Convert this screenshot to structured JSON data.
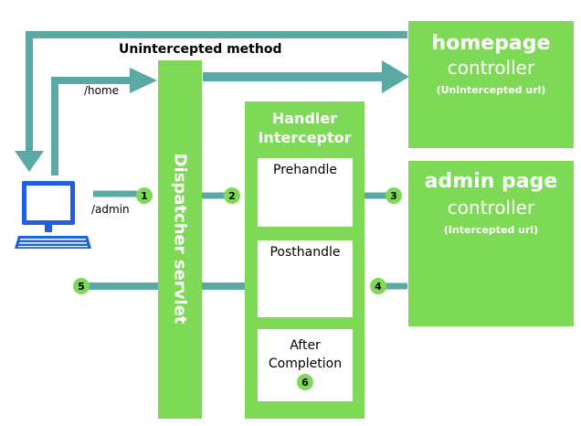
{
  "labels": {
    "unintercepted_method": "Unintercepted method",
    "home_path": "/home",
    "admin_path": "/admin",
    "dispatcher": "Dispatcher servlet",
    "handler_title_1": "Handler",
    "handler_title_2": "Interceptor",
    "prehandle": "Prehandle",
    "posthandle": "Posthandle",
    "after_1": "After",
    "after_2": "Completion"
  },
  "homepage": {
    "title": "homepage",
    "subtitle": "controller",
    "note": "(Unintercepted url)"
  },
  "adminpage": {
    "title": "admin page",
    "subtitle": "controller",
    "note": "(Intercepted url)"
  },
  "steps": [
    "1",
    "2",
    "3",
    "4",
    "5",
    "6"
  ],
  "colors": {
    "green": "#7ed957",
    "teal": "#5aa9a5",
    "computer": "#1f5fe0"
  }
}
